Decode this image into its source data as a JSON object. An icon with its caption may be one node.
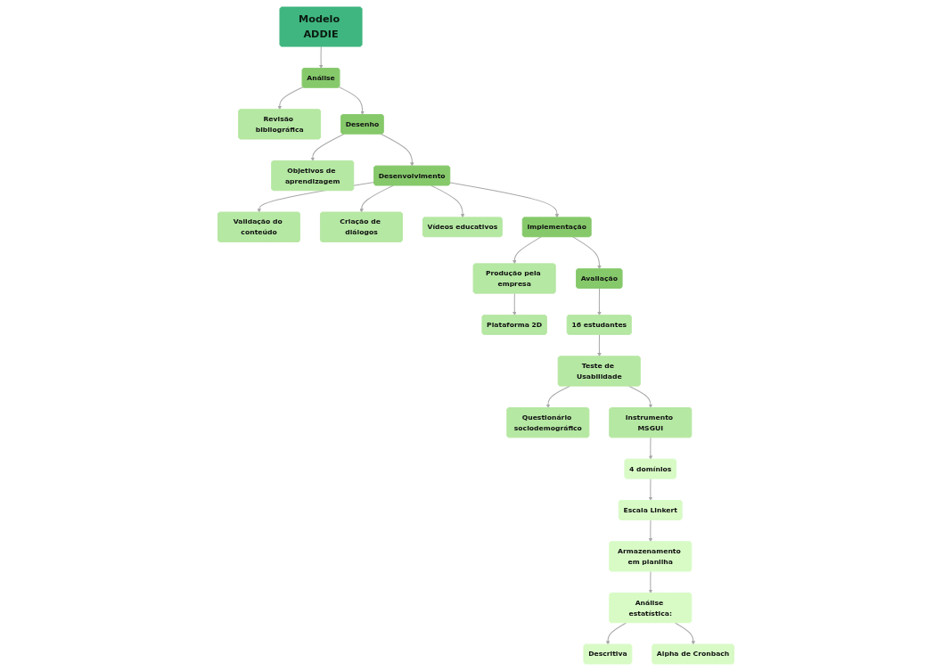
{
  "diagram": {
    "nodes": [
      {
        "text": [
          "Modelo ADDIE"
        ]
      },
      {
        "text": [
          "Análise"
        ]
      },
      {
        "text": [
          "Revisão bibliográfica"
        ]
      },
      {
        "text": [
          "Desenho"
        ]
      },
      {
        "text": [
          "Objetivos de aprendizagem"
        ]
      },
      {
        "text": [
          "Desenvolvimento"
        ]
      },
      {
        "text": [
          "Validação do conteúdo"
        ]
      },
      {
        "text": [
          "Criação de diálogos"
        ]
      },
      {
        "text": [
          "Vídeos educativos"
        ]
      },
      {
        "text": [
          "Implementação"
        ]
      },
      {
        "text": [
          "Produção pela empresa"
        ]
      },
      {
        "text": [
          "Plataforma 2D"
        ]
      },
      {
        "text": [
          "Avaliação"
        ]
      },
      {
        "text": [
          "16 estudantes"
        ]
      },
      {
        "text": [
          "Teste de Usabilidade"
        ]
      },
      {
        "text": [
          "Questionário sociodemográfico"
        ]
      },
      {
        "text": [
          "Instrumento MSGUI"
        ]
      },
      {
        "text": [
          "4 domínios"
        ]
      },
      {
        "text": [
          "Escala Linkert"
        ]
      },
      {
        "text": [
          "Armazenamento em planilha"
        ]
      },
      {
        "text": [
          "Análise estatística:"
        ]
      },
      {
        "text": [
          "Descritiva"
        ]
      },
      {
        "text": [
          "Alpha de Cronbach"
        ]
      }
    ],
    "edges": [
      {
        "from": 0,
        "to": 1,
        "arrow": "to"
      },
      {
        "from": 1,
        "to": 2,
        "arrow": "to"
      },
      {
        "from": 1,
        "to": 3,
        "arrow": "to"
      },
      {
        "from": 3,
        "to": 4,
        "arrow": "to"
      },
      {
        "from": 3,
        "to": 5,
        "arrow": "to"
      },
      {
        "from": 5,
        "to": 6,
        "arrow": "to"
      },
      {
        "from": 5,
        "to": 7,
        "arrow": "to"
      },
      {
        "from": 5,
        "to": 8,
        "arrow": "to"
      },
      {
        "from": 5,
        "to": 9,
        "arrow": "to"
      },
      {
        "from": 9,
        "to": 10,
        "arrow": "to"
      },
      {
        "from": 10,
        "to": 11,
        "arrow": "to"
      },
      {
        "from": 9,
        "to": 12,
        "arrow": "to"
      },
      {
        "from": 12,
        "to": 13,
        "arrow": "to"
      },
      {
        "from": 13,
        "to": 14,
        "arrow": "to"
      },
      {
        "from": 14,
        "to": 15,
        "arrow": "to"
      },
      {
        "from": 14,
        "to": 16,
        "arrow": "to"
      },
      {
        "from": 16,
        "to": 17,
        "arrow": "to"
      },
      {
        "from": 17,
        "to": 18,
        "arrow": "to"
      },
      {
        "from": 18,
        "to": 19,
        "arrow": "to"
      },
      {
        "from": 19,
        "to": 20,
        "arrow": "to"
      },
      {
        "from": 20,
        "to": 21,
        "arrow": "to"
      },
      {
        "from": 20,
        "to": 22,
        "arrow": "to"
      }
    ]
  }
}
